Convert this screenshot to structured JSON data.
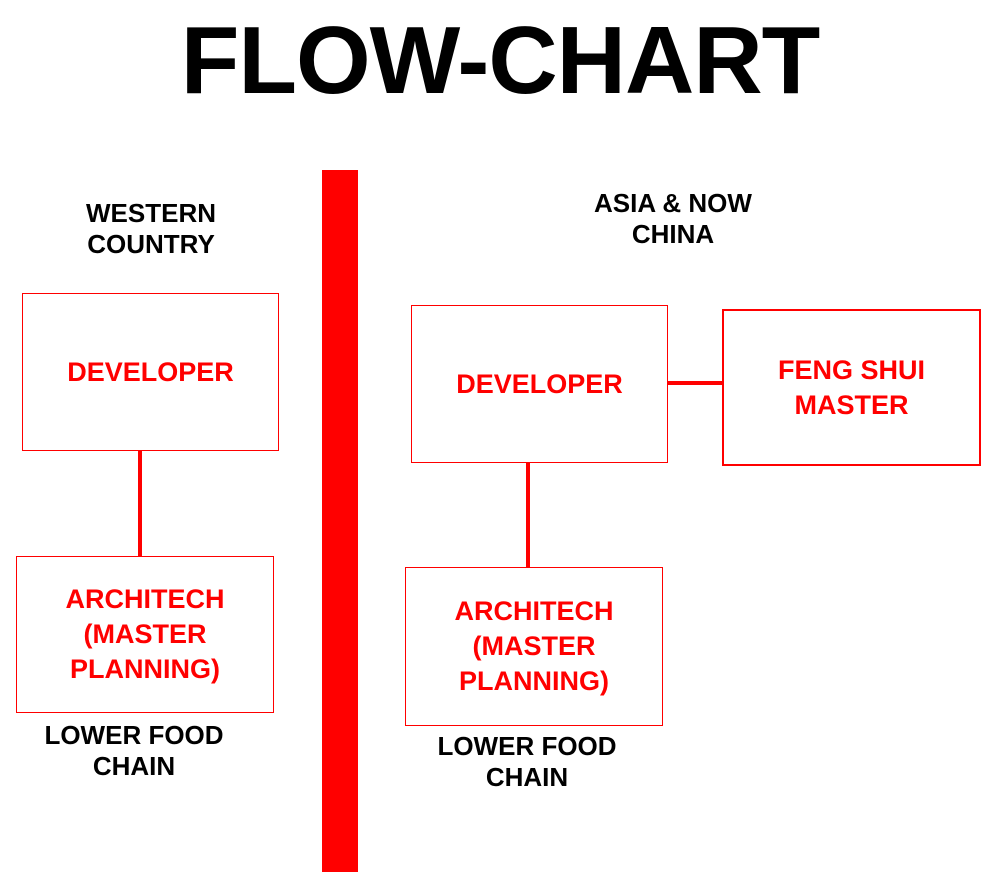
{
  "title": "FLOW-CHART",
  "colors": {
    "accent": "#FF0000",
    "text": "#000000",
    "background": "#FFFFFF"
  },
  "left_section": {
    "heading": {
      "line1": "WESTERN",
      "line2": "COUNTRY"
    },
    "developer_box": {
      "label": "DEVELOPER"
    },
    "architech_box": {
      "line1": "ARCHITECH",
      "line2": "(MASTER",
      "line3": "PLANNING)"
    },
    "footer": {
      "line1": "LOWER FOOD",
      "line2": "CHAIN"
    }
  },
  "right_section": {
    "heading": {
      "line1": "ASIA & NOW",
      "line2": "CHINA"
    },
    "developer_box": {
      "label": "DEVELOPER"
    },
    "feng_shui_box": {
      "line1": "FENG SHUI",
      "line2": "MASTER"
    },
    "architech_box": {
      "line1": "ARCHITECH",
      "line2": "(MASTER",
      "line3": "PLANNING)"
    },
    "footer": {
      "line1": "LOWER FOOD",
      "line2": "CHAIN"
    }
  }
}
